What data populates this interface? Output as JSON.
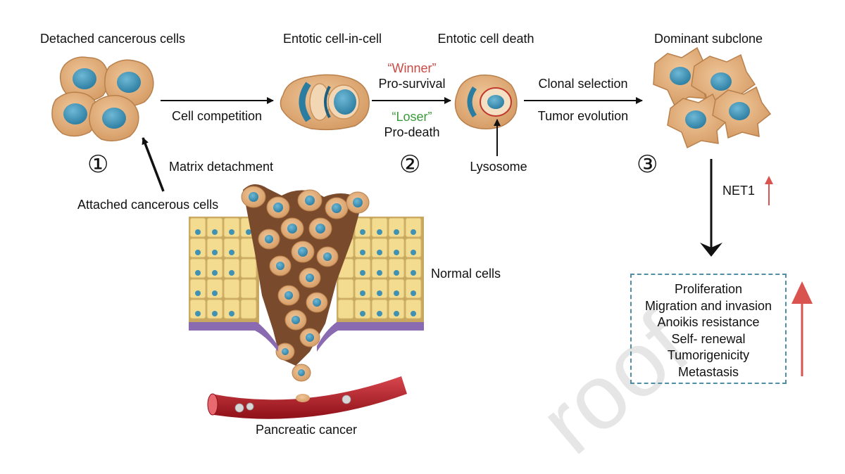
{
  "labels": {
    "detached": "Detached cancerous cells",
    "entotic_cic": "Entotic cell-in-cell",
    "entotic_death": "Entotic cell death",
    "dominant": "Dominant subclone",
    "cell_competition": "Cell competition",
    "winner": "“Winner”",
    "pro_survival": "Pro-survival",
    "loser": "“Loser”",
    "pro_death": "Pro-death",
    "lysosome": "Lysosome",
    "clonal_selection": "Clonal selection",
    "tumor_evolution": "Tumor evolution",
    "matrix_detachment": "Matrix detachment",
    "attached": "Attached cancerous cells",
    "net1": "NET1",
    "normal_cells": "Normal cells",
    "pancreatic_cancer": "Pancreatic cancer",
    "step1": "①",
    "step2": "②",
    "step3": "③"
  },
  "outcomes": [
    "Proliferation",
    "Migration and invasion",
    "Anoikis resistance",
    "Self- renewal",
    "Tumorigenicity",
    "Metastasis"
  ],
  "watermark": "roof",
  "colors": {
    "cell_body": "#e0ad78",
    "cell_edge": "#b9804c",
    "nucleus": "#3f92b4",
    "nucleus_dark": "#1f6b8c",
    "normal_cell": "#f2d98a",
    "stroma": "#7a4a2c",
    "basement": "#8a6ab0",
    "vessel": "#b3202a",
    "up_arrow": "#d9534f",
    "winner": "#c94a44",
    "loser": "#3a9a3a",
    "box_border": "#4f8fa6"
  }
}
